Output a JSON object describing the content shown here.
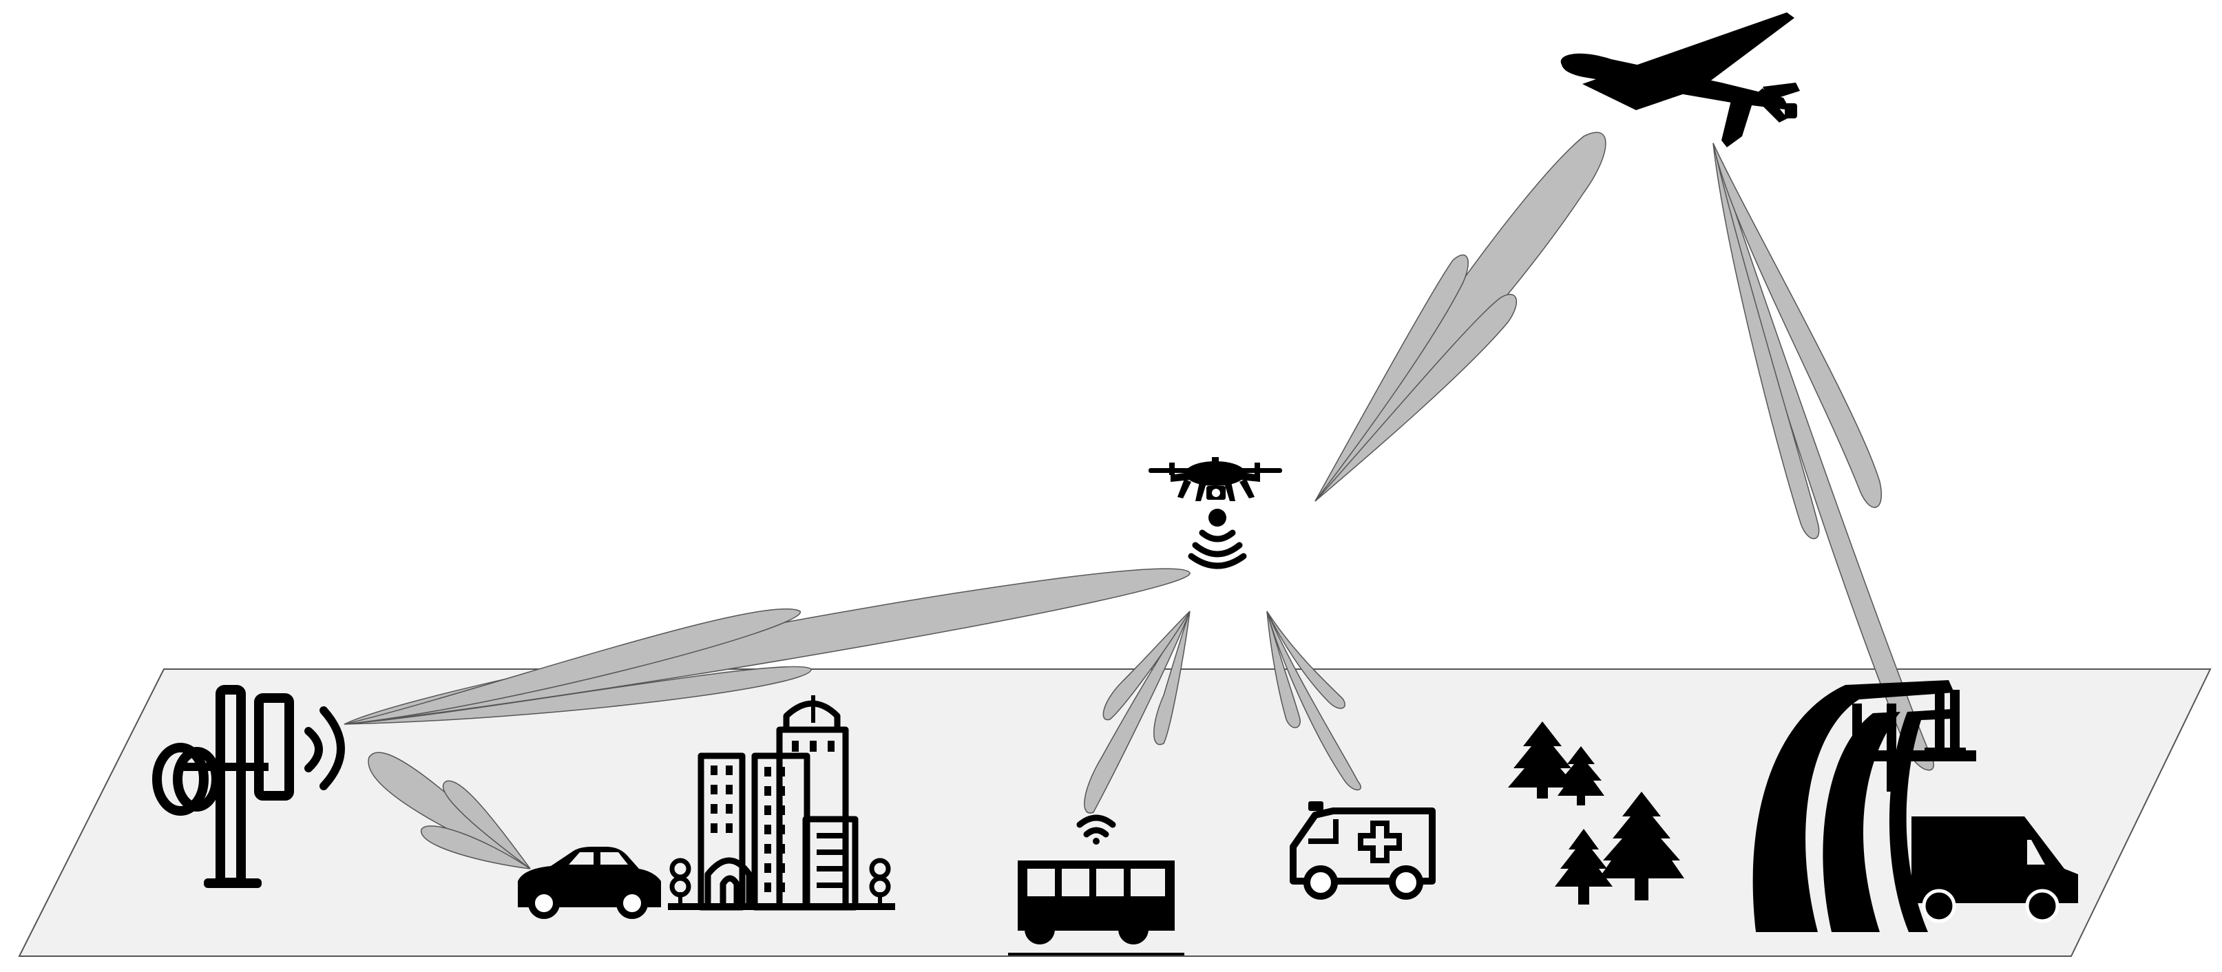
{
  "scene": {
    "ground_color": "#f1f1f1",
    "ground_outline": "#555555",
    "beam_fill": "#bdbdbd",
    "beam_outline": "#555555",
    "icon_color": "#000000"
  },
  "nodes": [
    {
      "id": "base-station",
      "icon": "cell-tower-icon"
    },
    {
      "id": "car",
      "icon": "car-icon"
    },
    {
      "id": "city",
      "icon": "city-buildings-icon"
    },
    {
      "id": "bus",
      "icon": "bus-wifi-icon"
    },
    {
      "id": "ambulance",
      "icon": "ambulance-icon"
    },
    {
      "id": "forest",
      "icon": "pine-trees-icon"
    },
    {
      "id": "highway",
      "icon": "road-bridge-icon"
    },
    {
      "id": "van",
      "icon": "delivery-van-icon"
    },
    {
      "id": "drone",
      "icon": "quadcopter-drone-icon"
    },
    {
      "id": "uav",
      "icon": "fixed-wing-uav-icon"
    }
  ],
  "links": [
    {
      "from": "base-station",
      "to": "drone"
    },
    {
      "from": "base-station",
      "to": "car"
    },
    {
      "from": "drone",
      "to": "bus"
    },
    {
      "from": "drone",
      "to": "ambulance"
    },
    {
      "from": "uav",
      "to": "drone"
    },
    {
      "from": "uav",
      "to": "highway"
    }
  ]
}
